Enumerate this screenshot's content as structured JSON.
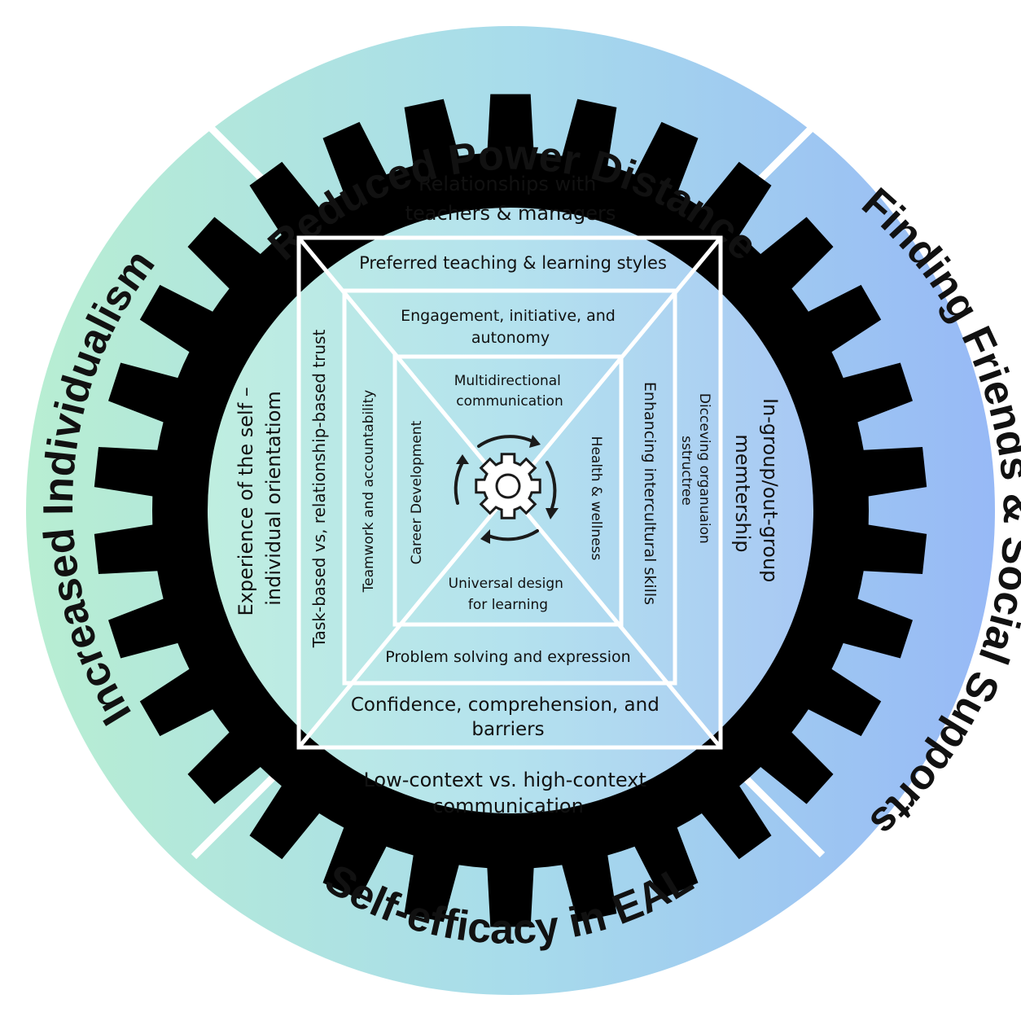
{
  "outer_ring": {
    "top": "Reduced Power Distance",
    "right": "Finding Friends & Social Supports",
    "bottom": "Self-efficacy in EAL",
    "left": "Increased Individualism"
  },
  "gear_ring": {
    "top": [
      "Relationships with",
      "teachers & managers"
    ],
    "bottom": [
      "Low-context vs. high-context",
      "communication"
    ],
    "left": [
      "Experience of the self –",
      "individual orientatiom"
    ],
    "right": [
      "In-group/out-group",
      "memtership"
    ]
  },
  "frame_1": {
    "top": "Preferred teaching & learning styles",
    "bottom": [
      "Confidence, comprehension, and",
      "barriers"
    ],
    "left": "Task-based vs, relationship-based trust",
    "right": [
      "Dicceving organuaion",
      "sstructree"
    ]
  },
  "frame_2": {
    "top": [
      "Engagement, initiative, and",
      "autonomy"
    ],
    "bottom": "Problem solving and expression",
    "left": "Teamwork and accountability",
    "right": "Enhancing intercultural skills"
  },
  "frame_3": {
    "top": [
      "Multidirectional",
      "communication"
    ],
    "bottom": [
      "Universal design",
      "for learning"
    ],
    "left": "Career Development",
    "right": "Health & wellness"
  },
  "center": {
    "icon": "gear-cycle-icon"
  },
  "colors": {
    "gradient_start": "#b6ecd2",
    "gradient_mid": "#a9dcea",
    "gradient_end": "#98baf5",
    "gear": "#000000",
    "divider": "#ffffff"
  }
}
